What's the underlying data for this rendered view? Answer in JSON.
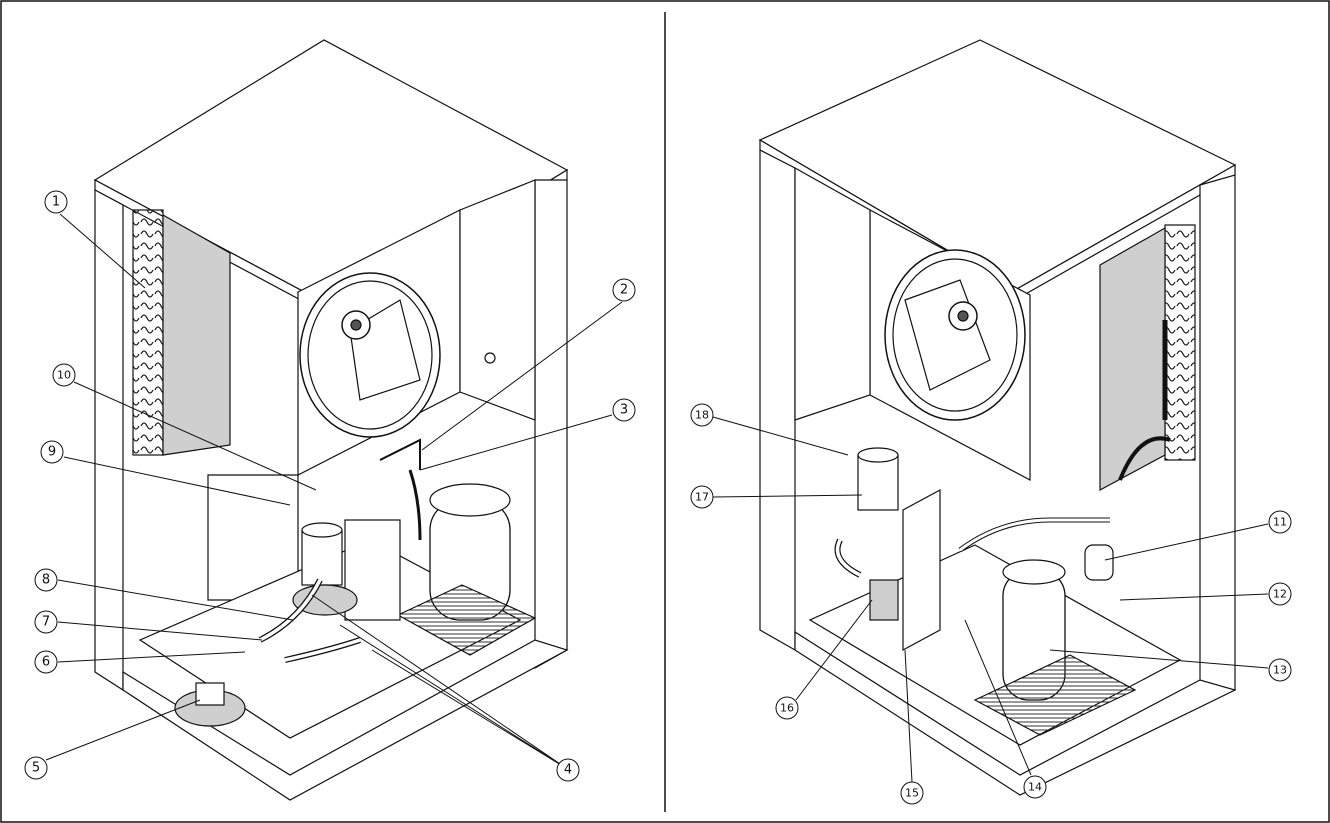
{
  "figure": {
    "panels": [
      {
        "id": "left",
        "callouts": [
          "1",
          "2",
          "3",
          "4",
          "5",
          "6",
          "7",
          "8",
          "9",
          "10"
        ]
      },
      {
        "id": "right",
        "callouts": [
          "11",
          "12",
          "13",
          "14",
          "15",
          "16",
          "17",
          "18"
        ]
      }
    ]
  },
  "colors": {
    "line": "#111111",
    "shade": "#cfcfcf",
    "dark": "#555555",
    "panel": "#ffffff"
  }
}
